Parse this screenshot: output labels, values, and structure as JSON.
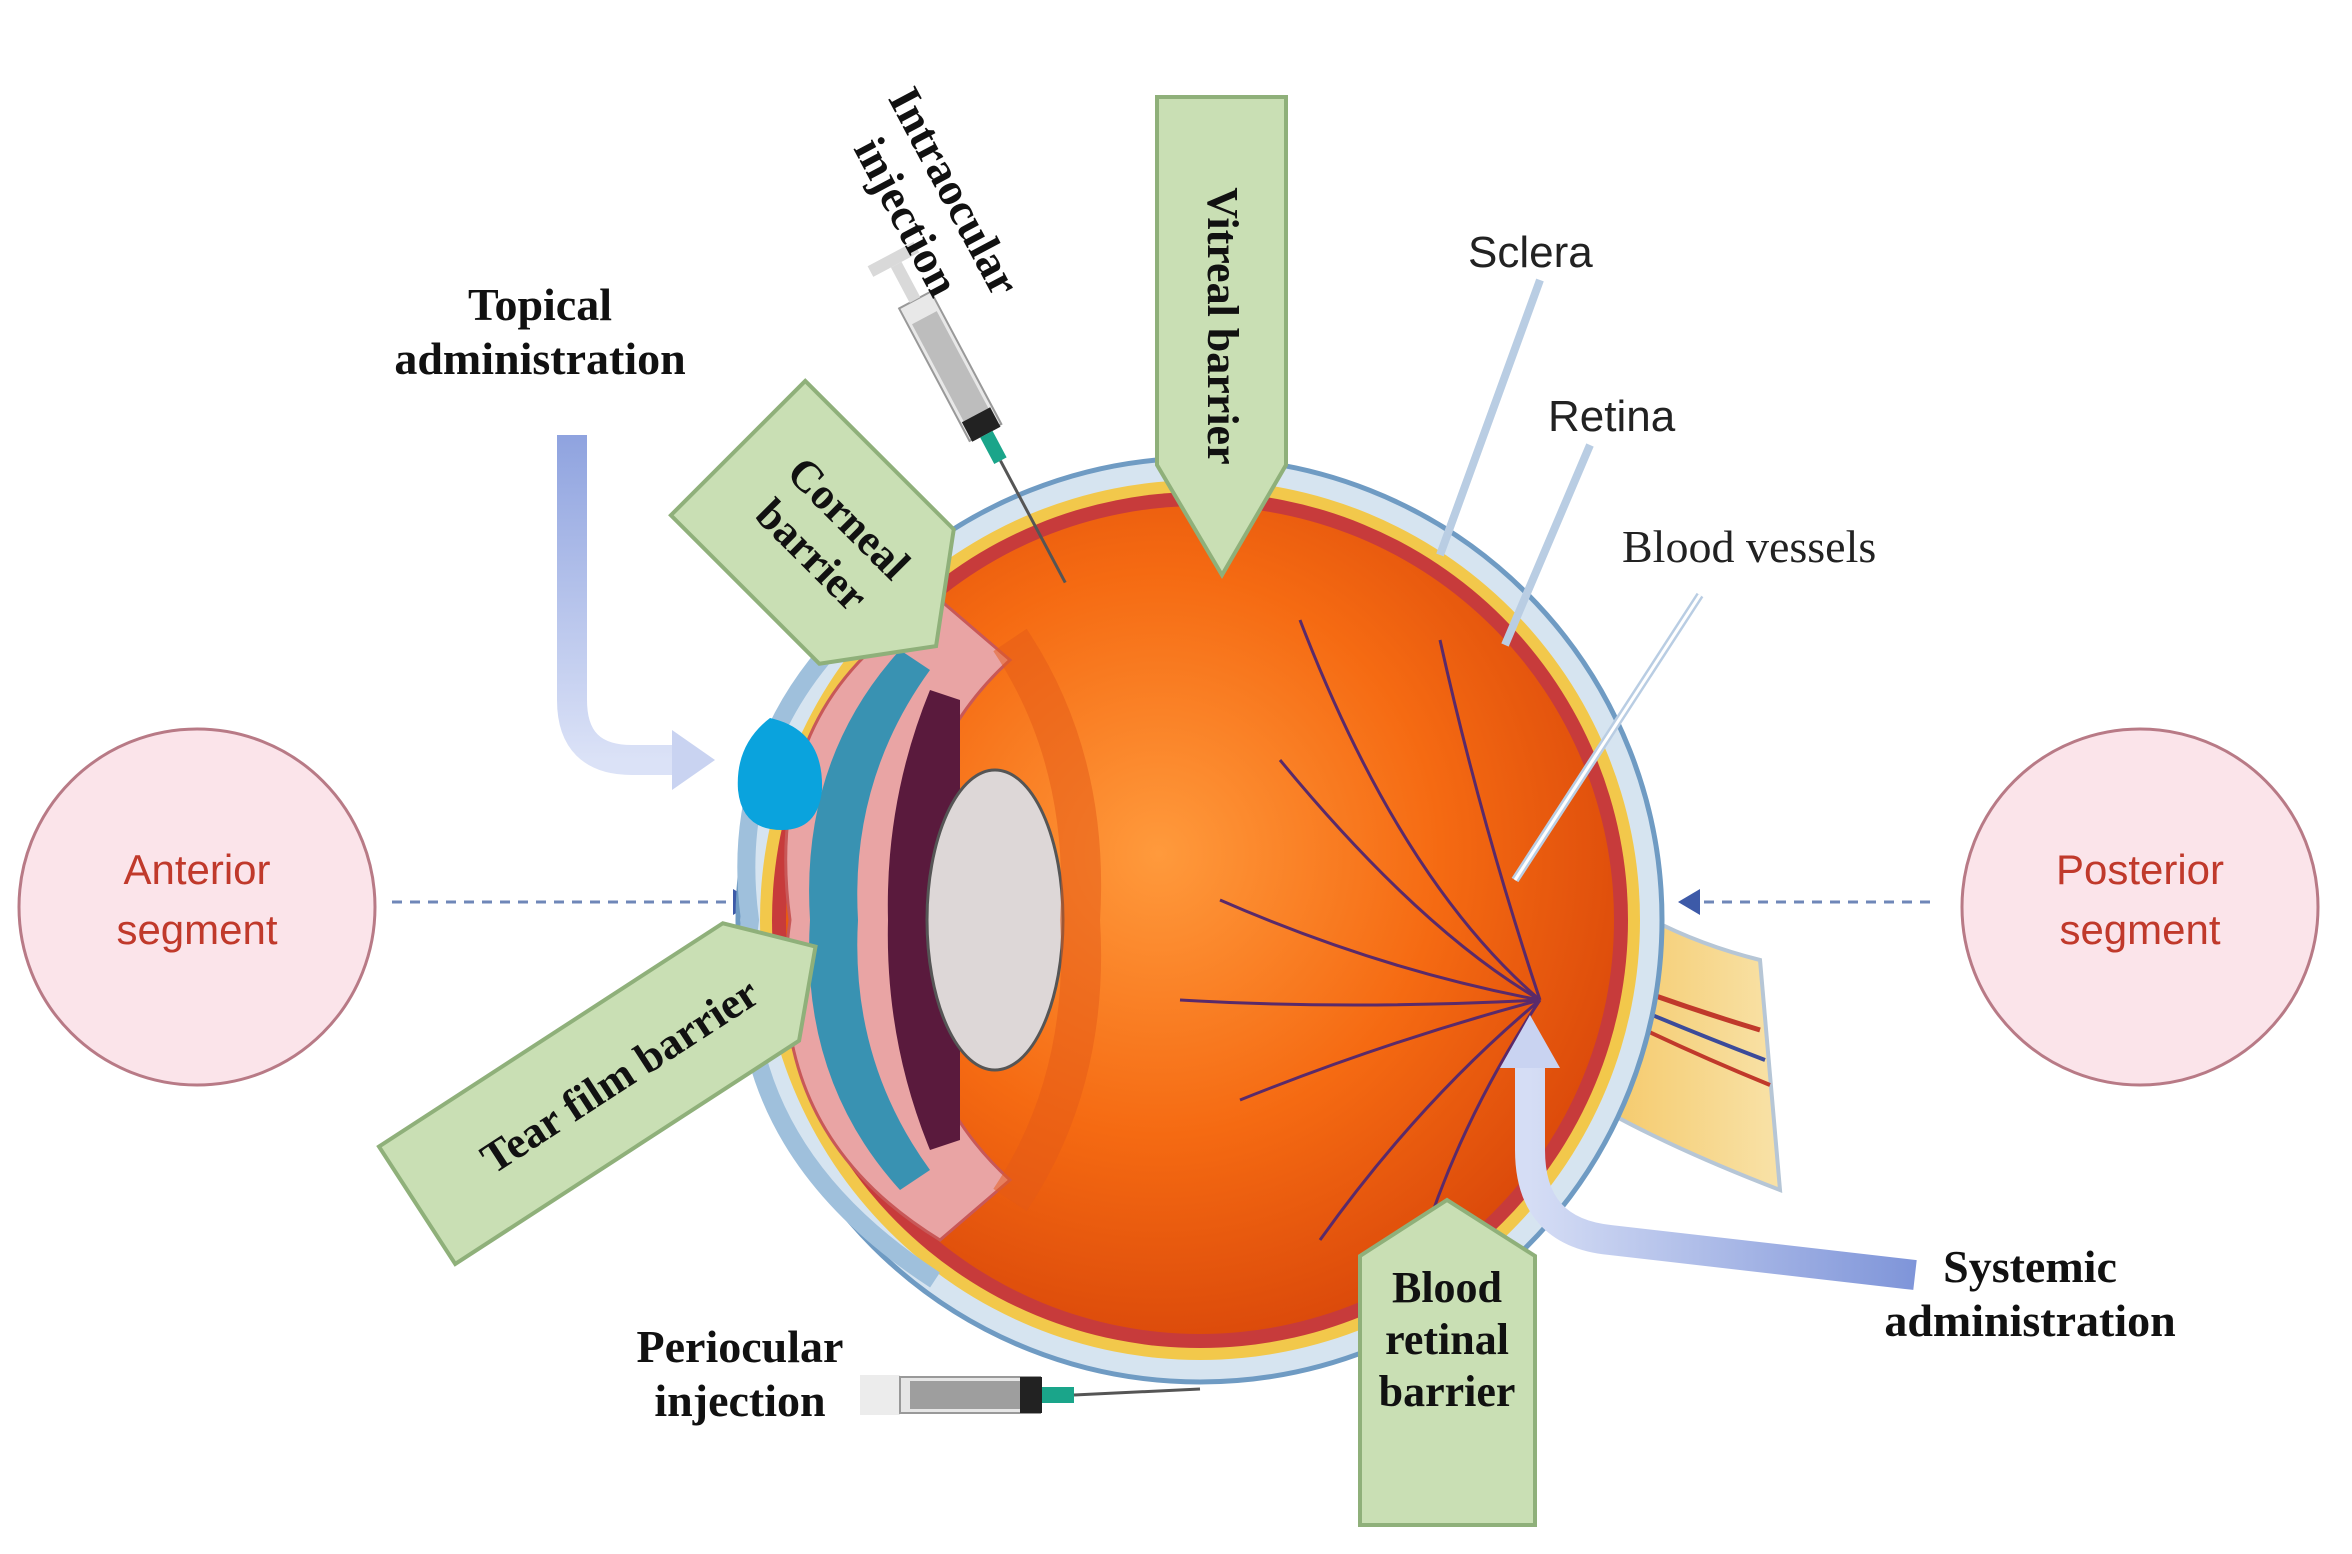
{
  "colors": {
    "segment_fill": "#fbe4ea",
    "segment_stroke": "#b87a86",
    "segment_text": "#c0392b",
    "barrier_fill": "#c9dfb4",
    "barrier_stroke": "#8fb07a",
    "route_arrow": "#a9b7e6",
    "drop": "#0aa3dd",
    "eye_orange": "#f26a10",
    "sclera": "#d6e4f0"
  },
  "segments": {
    "anterior": {
      "line1": "Anterior",
      "line2": "segment"
    },
    "posterior": {
      "line1": "Posterior",
      "line2": "segment"
    }
  },
  "routes": {
    "topical": {
      "line1": "Topical",
      "line2": "administration"
    },
    "intraocular": {
      "line1": "Intraocular",
      "line2": "injection"
    },
    "periocular": {
      "line1": "Periocular",
      "line2": "injection"
    },
    "systemic": {
      "line1": "Systemic",
      "line2": "administration"
    }
  },
  "barriers": {
    "corneal": {
      "line1": "Corneal",
      "line2": "barrier"
    },
    "vitreal": {
      "label": "Vitreal barrier"
    },
    "tear_film": {
      "label": "Tear film barrier"
    },
    "blood_retinal": {
      "line1": "Blood",
      "line2": "retinal",
      "line3": "barrier"
    }
  },
  "anatomy": {
    "sclera": "Sclera",
    "retina": "Retina",
    "blood_vessels": "Blood vessels"
  },
  "icons": [
    "syringe-icon",
    "eye-drop-icon",
    "eye-illustration"
  ]
}
